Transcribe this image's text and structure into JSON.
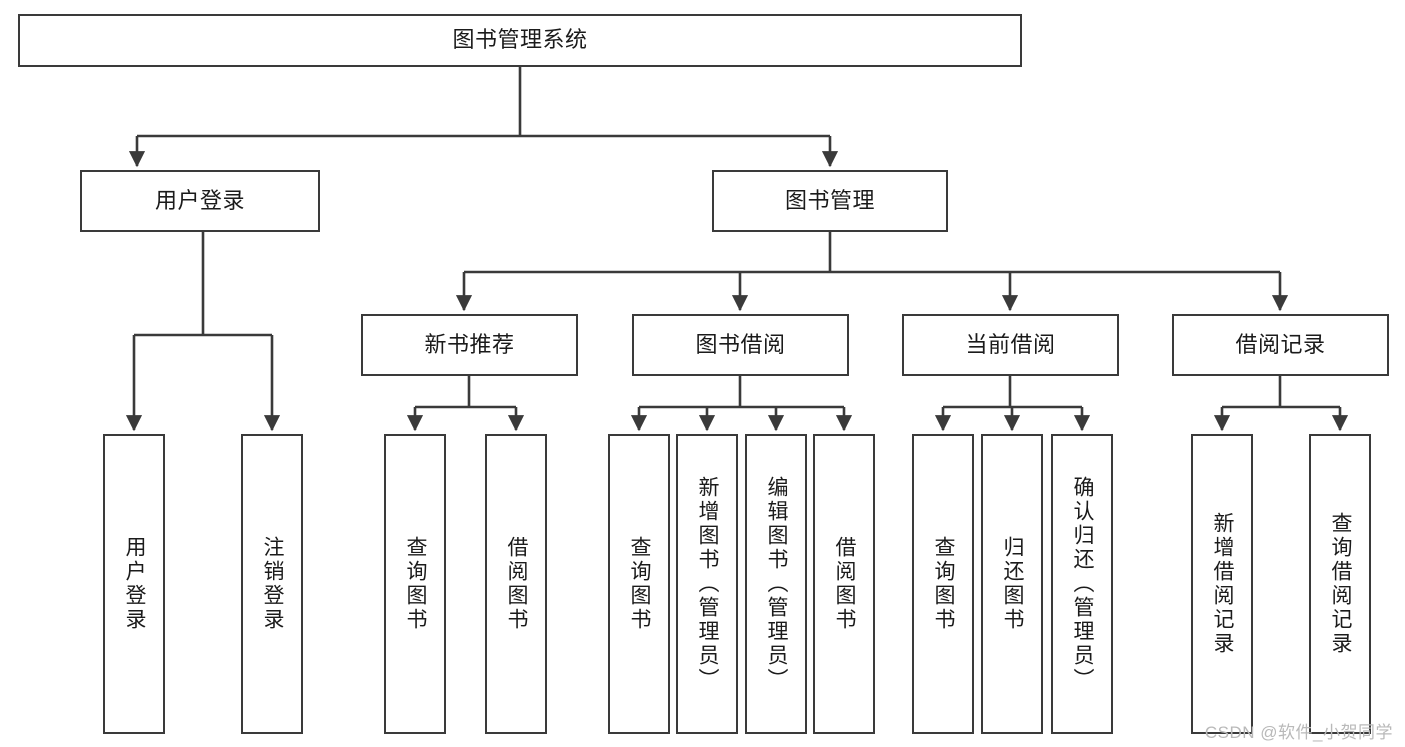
{
  "diagram": {
    "title": "图书管理系统",
    "type": "tree-hierarchy",
    "orientation": "top-down",
    "stroke_color": "#3a3a3a",
    "fill_color": "#ffffff",
    "text_color": "#1b1b1b"
  },
  "watermark": {
    "text": "CSDN @软件_小贺同学",
    "color": "#b9b9b9"
  },
  "nodes": {
    "root": {
      "label": "图书管理系统",
      "level": 1
    },
    "user_login": {
      "label": "用户登录",
      "level": 2
    },
    "book_manage": {
      "label": "图书管理",
      "level": 2
    },
    "new_book_rec": {
      "label": "新书推荐",
      "level": 3
    },
    "book_borrow": {
      "label": "图书借阅",
      "level": 3
    },
    "current_borrow": {
      "label": "当前借阅",
      "level": 3
    },
    "borrow_record": {
      "label": "借阅记录",
      "level": 3
    },
    "leaf_user_login": {
      "label": "用户登录",
      "level": 4
    },
    "leaf_logout": {
      "label": "注销登录",
      "level": 4
    },
    "leaf_query_book_rec": {
      "label": "查询图书",
      "level": 4
    },
    "leaf_borrow_book_rec": {
      "label": "借阅图书",
      "level": 4
    },
    "leaf_query_book_b": {
      "label": "查询图书",
      "level": 4
    },
    "leaf_add_book": {
      "label": "新增图书（管理员）",
      "level": 4
    },
    "leaf_edit_book": {
      "label": "编辑图书（管理员）",
      "level": 4
    },
    "leaf_borrow_book_b": {
      "label": "借阅图书",
      "level": 4
    },
    "leaf_query_book_c": {
      "label": "查询图书",
      "level": 4
    },
    "leaf_return_book": {
      "label": "归还图书",
      "level": 4
    },
    "leaf_confirm_return": {
      "label": "确认归还（管理员）",
      "level": 4
    },
    "leaf_add_record": {
      "label": "新增借阅记录",
      "level": 4
    },
    "leaf_query_record": {
      "label": "查询借阅记录",
      "level": 4
    }
  }
}
